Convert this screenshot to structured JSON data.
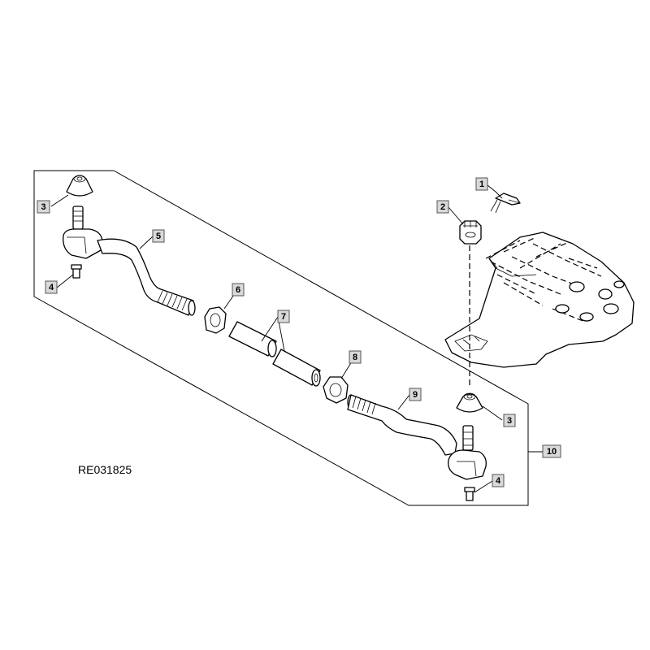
{
  "diagram": {
    "reference_code": "RE031825",
    "callouts": [
      {
        "id": "callout-1",
        "label": "1"
      },
      {
        "id": "callout-2",
        "label": "2"
      },
      {
        "id": "callout-3-left",
        "label": "3"
      },
      {
        "id": "callout-3-right",
        "label": "3"
      },
      {
        "id": "callout-4-left",
        "label": "4"
      },
      {
        "id": "callout-4-right",
        "label": "4"
      },
      {
        "id": "callout-5",
        "label": "5"
      },
      {
        "id": "callout-6",
        "label": "6"
      },
      {
        "id": "callout-7",
        "label": "7"
      },
      {
        "id": "callout-8",
        "label": "8"
      },
      {
        "id": "callout-9",
        "label": "9"
      },
      {
        "id": "callout-10",
        "label": "10"
      }
    ]
  }
}
